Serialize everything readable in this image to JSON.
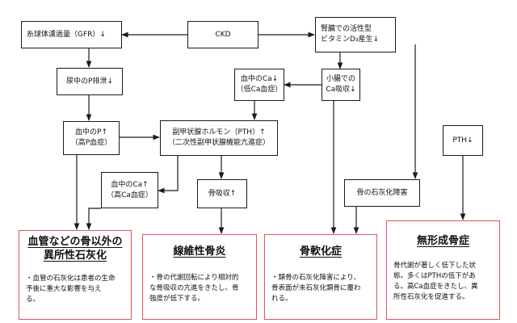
{
  "nodes": {
    "gfr": "糸球体濾過量（GFR）↓",
    "ckd": "CKD",
    "vitd_line1": "腎臓での活性型",
    "vitd_line2": "ビタミンD₃産生↓",
    "urine_p": "尿中のP排泄↓",
    "blood_ca_low_line1": "血中のCa↓",
    "blood_ca_low_line2": "（低Ca血症）",
    "intestine_line1": "小腸での",
    "intestine_line2": "Ca吸収↓",
    "blood_p_line1": "血中のP↑",
    "blood_p_line2": "（高P血症）",
    "pth_line1": "副甲状腺ホルモン（PTH）↑",
    "pth_line2": "（二次性副甲状腺機能亢進症）",
    "blood_ca_high_line1": "血中のCa↑",
    "blood_ca_high_line2": "（高Ca血症）",
    "bone_resorption": "骨吸収↑",
    "pth_low": "PTH↓",
    "mineralization_disorder": "骨の石灰化障害"
  },
  "diseases": {
    "ectopic": {
      "title_line1": "血管などの骨以外の",
      "title_line2": "異所性石灰化",
      "desc_line1": "・血管の石灰化は患者の生命",
      "desc_line2": "予後に重大な影響を与え",
      "desc_line3": "る。"
    },
    "osteitis": {
      "title": "線維性骨炎",
      "desc_line1": "・骨の代謝回転により相対的",
      "desc_line2": "な骨吸収の亢進をきたし、骨",
      "desc_line3": "強度が低下する。"
    },
    "osteomalacia": {
      "title": "骨軟化症",
      "desc_line1": "・類骨の石灰化障害により、",
      "desc_line2": "骨表面が未石灰化類骨に覆わ",
      "desc_line3": "れる。"
    },
    "adynamic": {
      "title": "無形成骨症",
      "desc_line1": "骨代謝が著しく低下した状",
      "desc_line2": "態。多くはPTHの低下があ",
      "desc_line3": "る。高Ca血症をきたし、異",
      "desc_line4": "所性石灰化を促進する。"
    }
  },
  "colors": {
    "box_border": "#1a1a1a",
    "disease_border": "#e0565b",
    "arrow": "#1a1a1a"
  }
}
